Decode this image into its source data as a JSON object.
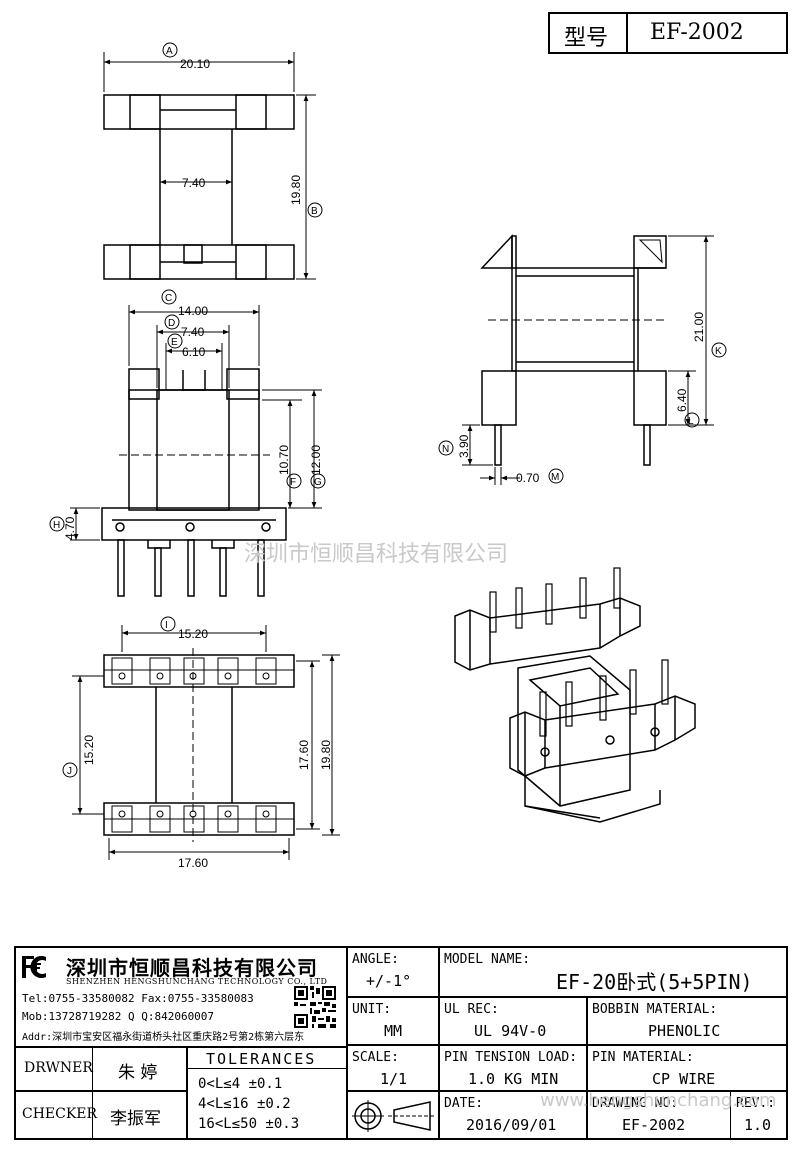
{
  "header": {
    "type_label": "型号",
    "model_no": "EF-2002"
  },
  "dims": {
    "A": "A",
    "A_val": "20.10",
    "B": "B",
    "B_val": "19.80",
    "inner_top": "7.40",
    "C": "C",
    "C_val": "14.00",
    "D": "D",
    "D_val": "7.40",
    "E": "E",
    "E_val": "6.10",
    "F": "F",
    "F_val": "10.70",
    "G": "G",
    "G_val": "12.00",
    "H": "H",
    "H_val": "4.70",
    "I": "I",
    "I_val": "15.20",
    "J": "J",
    "J_val": "15.20",
    "bottom_w": "17.60",
    "bottom_h1": "17.60",
    "bottom_h2": "19.80",
    "K": "K",
    "K_val": "21.00",
    "L": "L",
    "L_val": "6.40",
    "M": "M",
    "M_val": "0.70",
    "N": "N",
    "N_val": "3.90"
  },
  "watermark": {
    "cn": "深圳市恒顺昌科技有限公司",
    "url": "www.hengshunchang.com"
  },
  "company": {
    "name_cn": "深圳市恒顺昌科技有限公司",
    "name_en": "SHENZHEN HENGSHUNCHANG TECHNOLOGY CO., LTD",
    "tel": "Tel:0755-33580082 Fax:0755-33580083",
    "mob": "Mob:13728719282    Q  Q:842060007",
    "addr": "Addr:深圳市宝安区福永街道桥头社区重庆路2号第2栋第六层东"
  },
  "titleblock": {
    "angle_label": "ANGLE:",
    "angle_val": "+/-1°",
    "model_label": "MODEL NAME:",
    "model_val": "EF-20卧式(5+5PIN)",
    "unit_label": "UNIT:",
    "unit_val": "MM",
    "ulrec_label": "UL REC:",
    "ulrec_val": "UL 94V-0",
    "bobbin_label": "BOBBIN MATERIAL:",
    "bobbin_val": "PHENOLIC",
    "drawer_label": "DRWNER",
    "drawer_val": "朱 婷",
    "tol_label": "TOLERANCES",
    "tol1": "0<L≤4     ±0.1",
    "tol2": "4<L≤16    ±0.2",
    "tol3": "16<L≤50   ±0.3",
    "scale_label": "SCALE:",
    "scale_val": "1/1",
    "pintension_label": "PIN TENSION LOAD:",
    "pintension_val": "1.0 KG MIN",
    "pinmat_label": "PIN MATERIAL:",
    "pinmat_val": "CP WIRE",
    "checker_label": "CHECKER",
    "checker_val": "李振军",
    "date_label": "DATE:",
    "date_val": "2016/09/01",
    "drawing_label": "DRAWING NO:",
    "drawing_val": "EF-2002",
    "rev_label": "REV.:",
    "rev_val": "1.0"
  }
}
